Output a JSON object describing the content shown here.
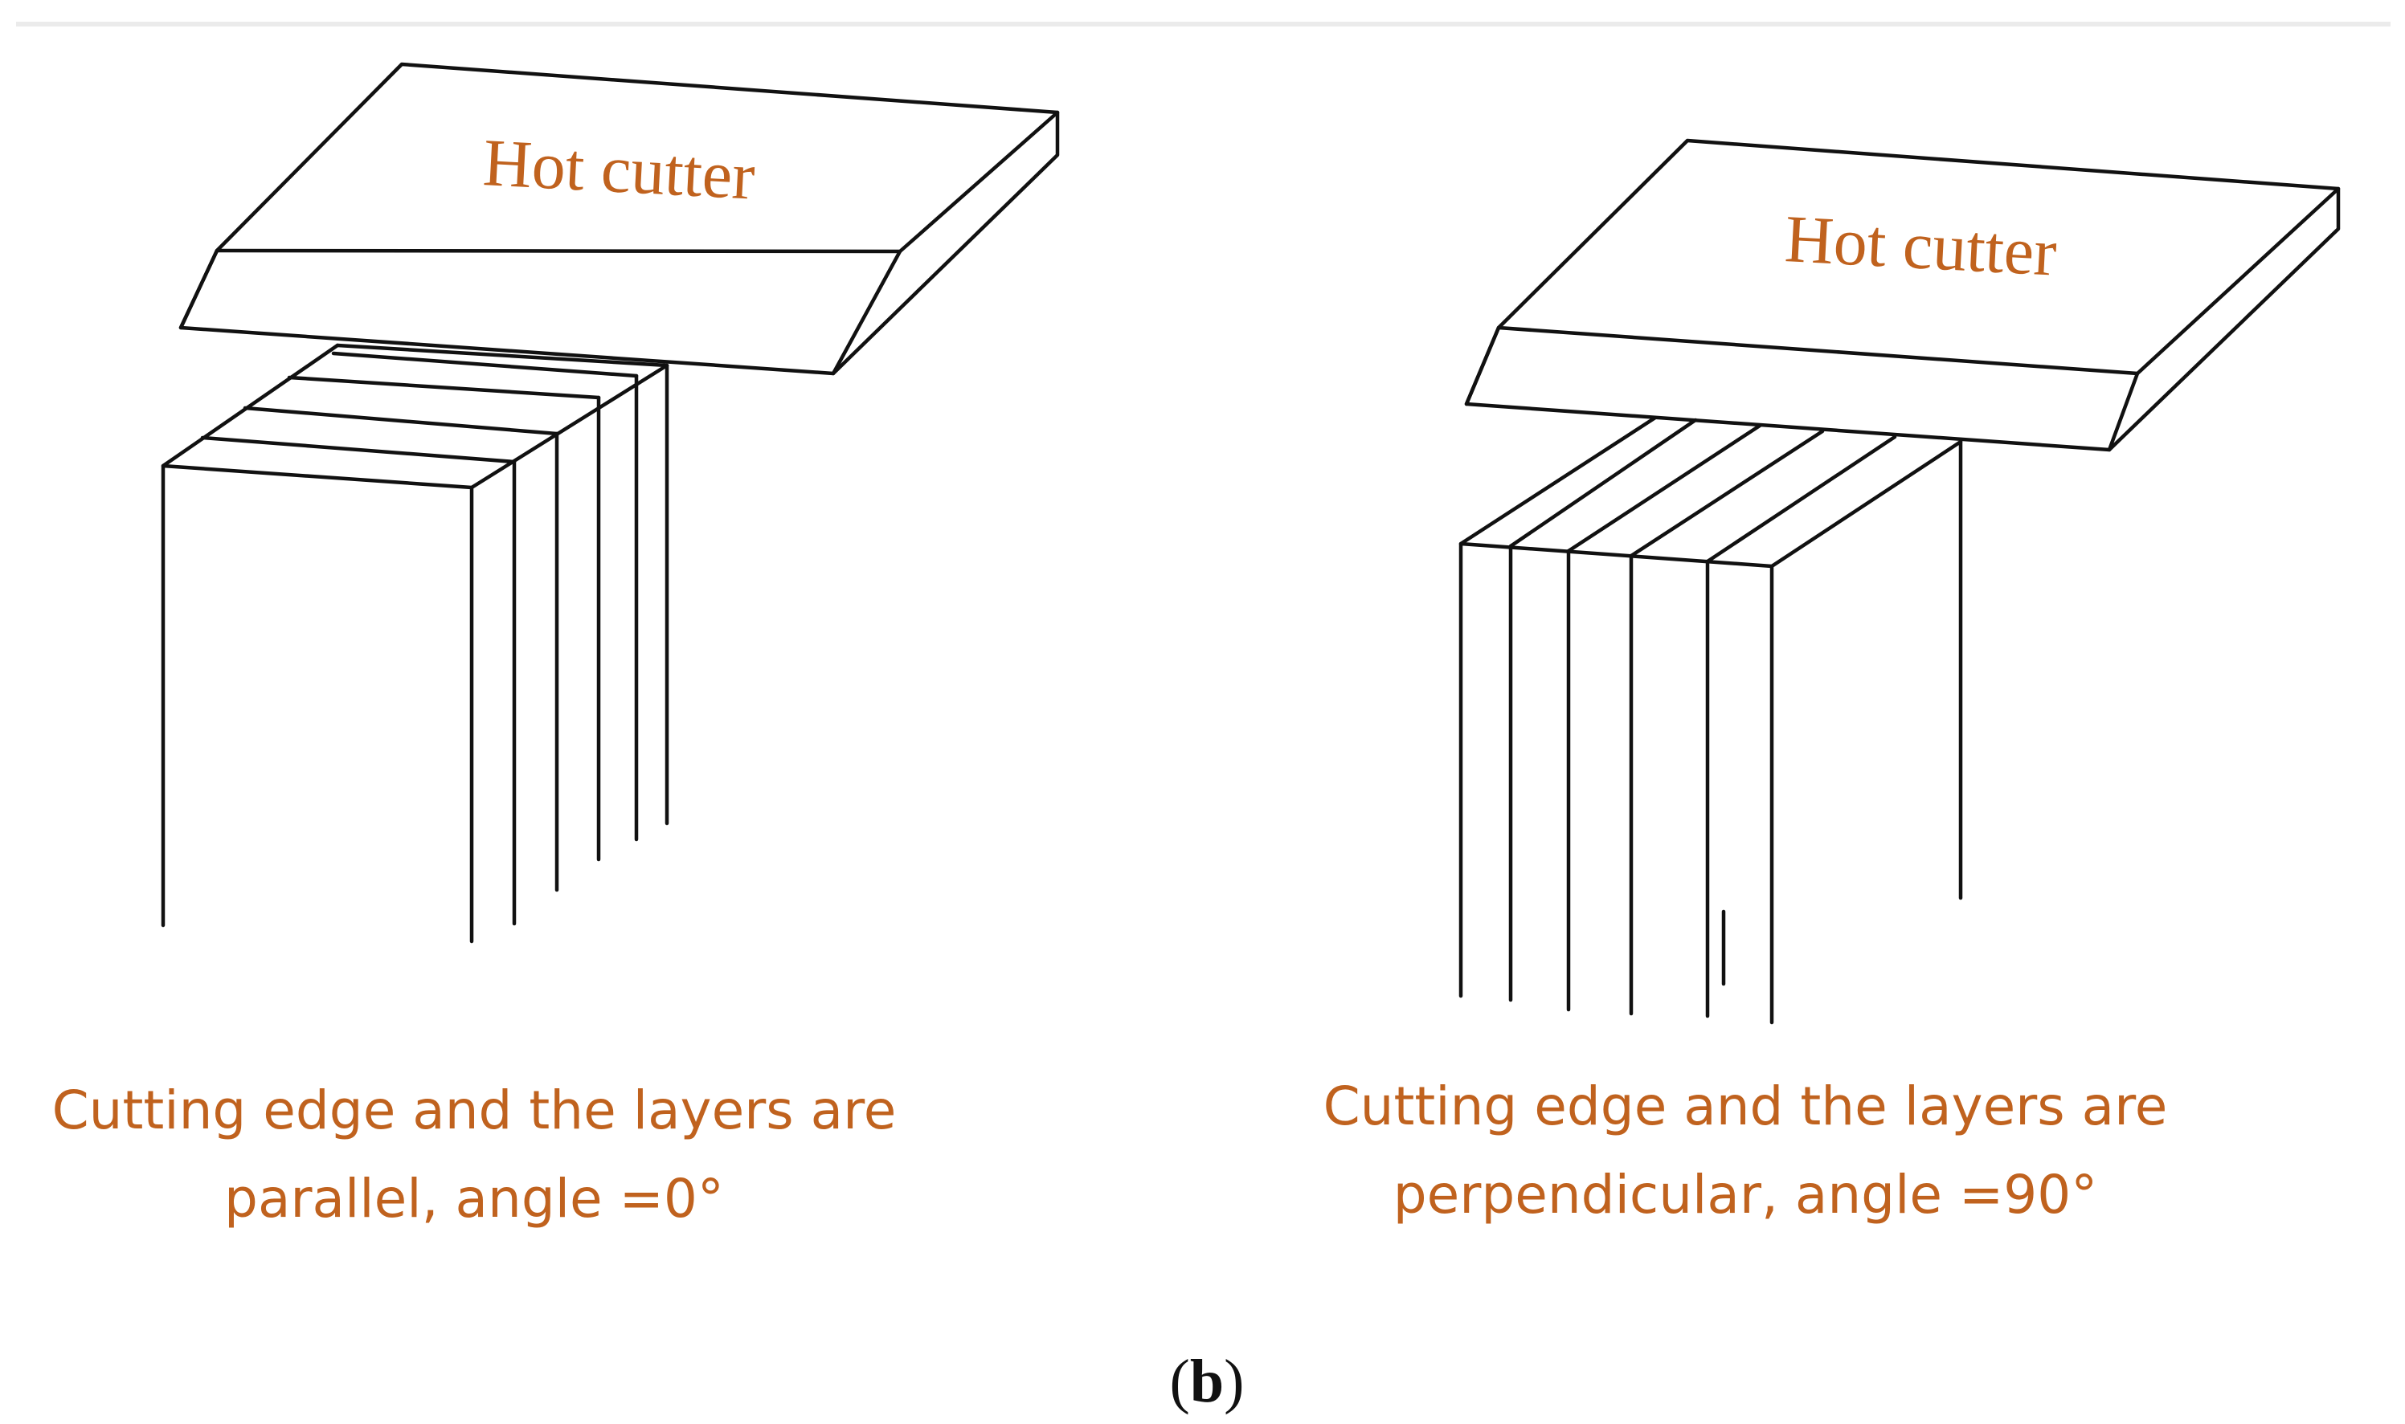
{
  "colors": {
    "label": "#C0621E",
    "line": "#111111",
    "top_rule": "#EBEBEB"
  },
  "left_panel": {
    "cutter_label": "Hot cutter",
    "caption_line1": "Cutting edge and the layers are",
    "caption_line2": "parallel, angle =0°",
    "angle_degrees": 0
  },
  "right_panel": {
    "cutter_label": "Hot cutter",
    "caption_line1": "Cutting edge and the layers are",
    "caption_line2": "perpendicular, angle =90°",
    "angle_degrees": 90
  },
  "panel_label_open": "(",
  "panel_label_letter": "b",
  "panel_label_close": ")"
}
